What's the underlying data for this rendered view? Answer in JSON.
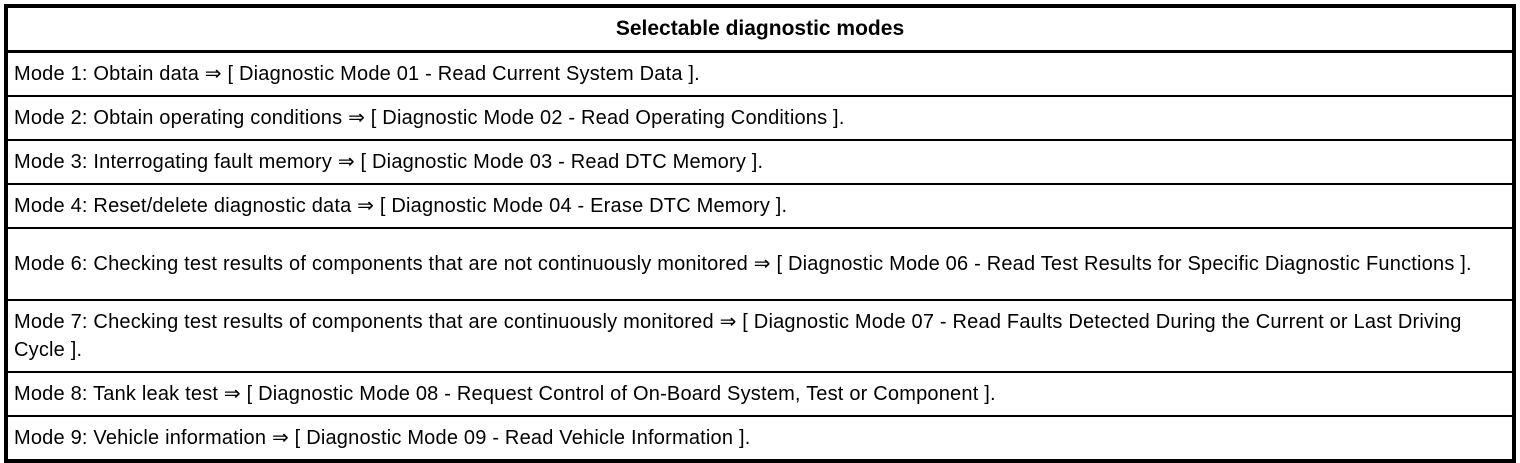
{
  "table": {
    "title": "Selectable diagnostic modes",
    "rows": [
      {
        "lines": 1,
        "text": "Mode 1: Obtain data ⇒ [ Diagnostic Mode 01 - Read Current System Data ]."
      },
      {
        "lines": 1,
        "text": "Mode 2: Obtain operating conditions ⇒ [ Diagnostic Mode 02 - Read Operating Conditions ]."
      },
      {
        "lines": 1,
        "text": "Mode 3: Interrogating fault memory ⇒ [ Diagnostic Mode 03 - Read DTC Memory ]."
      },
      {
        "lines": 1,
        "text": "Mode 4: Reset/delete diagnostic data ⇒ [ Diagnostic Mode 04 - Erase DTC Memory ]."
      },
      {
        "lines": 2,
        "text": "Mode 6: Checking test results of components that are not continuously monitored ⇒ [ Diagnostic Mode 06 - Read Test Results for Specific Diagnostic Functions ]."
      },
      {
        "lines": 2,
        "text": "Mode 7: Checking test results of components that are continuously monitored ⇒ [ Diagnostic Mode 07 - Read Faults Detected During the Current or Last Driving Cycle ]."
      },
      {
        "lines": 1,
        "text": "Mode 8: Tank leak test ⇒ [ Diagnostic Mode 08 - Request Control of On-Board System, Test or Component ]."
      },
      {
        "lines": 1,
        "text": "Mode 9: Vehicle information ⇒ [ Diagnostic Mode 09 - Read Vehicle Information ]."
      }
    ]
  },
  "colors": {
    "border": "#000000",
    "text": "#000000",
    "background": "#ffffff"
  }
}
